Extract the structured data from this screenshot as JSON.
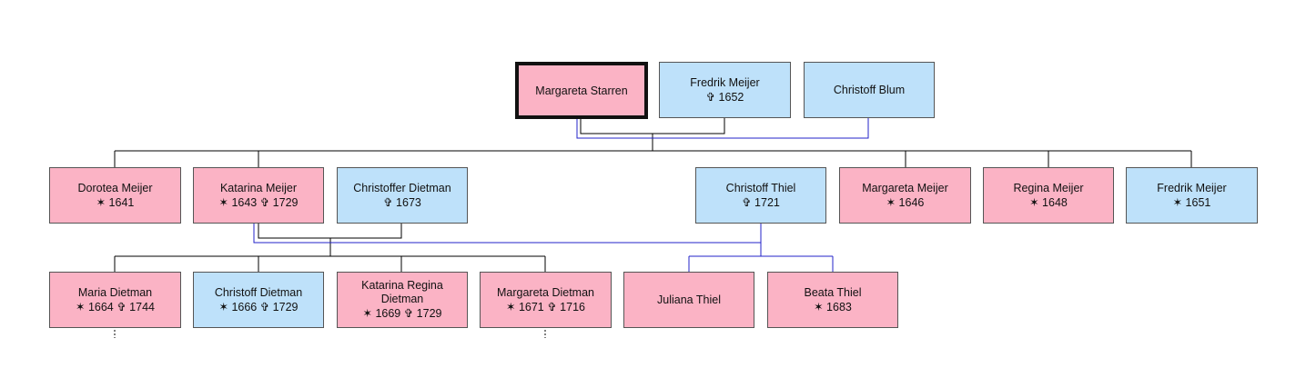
{
  "colors": {
    "female": "#fbb3c5",
    "male": "#bee1fa",
    "line_black": "#000000",
    "line_blue": "#2323c8"
  },
  "symbols": {
    "born": "✶",
    "died": "✞"
  },
  "people": {
    "margareta_starren": {
      "name": "Margareta Starren",
      "dates": ""
    },
    "fredrik_meijer_sr": {
      "name": "Fredrik Meijer",
      "dates": "✞ 1652"
    },
    "christoff_blum": {
      "name": "Christoff Blum",
      "dates": ""
    },
    "dorotea_meijer": {
      "name": "Dorotea Meijer",
      "dates": "✶ 1641"
    },
    "katarina_meijer": {
      "name": "Katarina Meijer",
      "dates": "✶ 1643 ✞ 1729"
    },
    "christoffer_dietman": {
      "name": "Christoffer Dietman",
      "dates": "✞ 1673"
    },
    "christoff_thiel": {
      "name": "Christoff Thiel",
      "dates": "✞ 1721"
    },
    "margareta_meijer": {
      "name": "Margareta Meijer",
      "dates": "✶ 1646"
    },
    "regina_meijer": {
      "name": "Regina Meijer",
      "dates": "✶ 1648"
    },
    "fredrik_meijer_jr": {
      "name": "Fredrik Meijer",
      "dates": "✶ 1651"
    },
    "maria_dietman": {
      "name": "Maria Dietman",
      "dates": "✶ 1664 ✞ 1744"
    },
    "christoff_dietman": {
      "name": "Christoff Dietman",
      "dates": "✶ 1666 ✞ 1729"
    },
    "katarina_regina_dietman": {
      "name": "Katarina Regina Dietman",
      "dates": "✶ 1669 ✞ 1729"
    },
    "margareta_dietman": {
      "name": "Margareta Dietman",
      "dates": "✶ 1671 ✞ 1716"
    },
    "juliana_thiel": {
      "name": "Juliana Thiel",
      "dates": ""
    },
    "beata_thiel": {
      "name": "Beata Thiel",
      "dates": "✶ 1683"
    }
  }
}
